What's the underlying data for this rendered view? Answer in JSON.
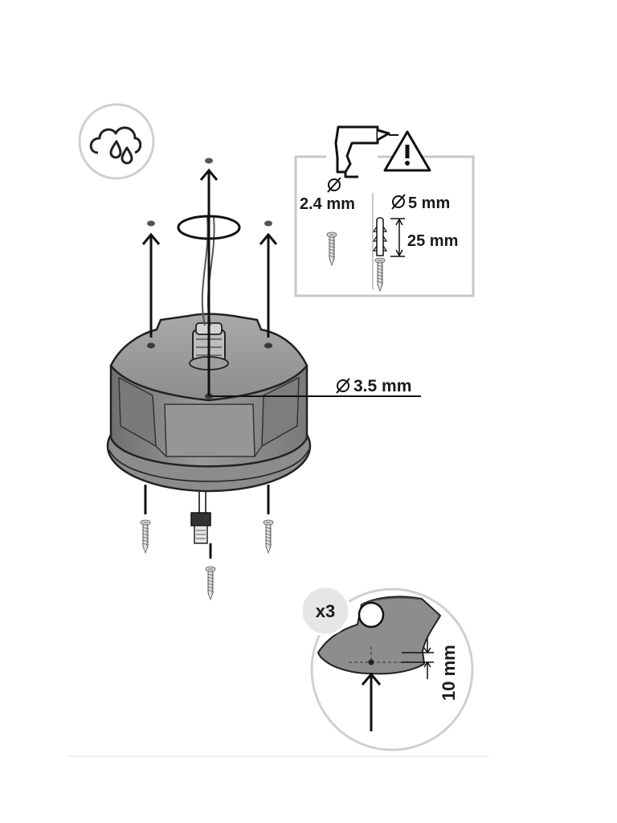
{
  "labels": {
    "pilot_hole_diameter": "2.4 mm",
    "anchor_hole_diameter": "5 mm",
    "anchor_depth": "25 mm",
    "center_hole_diameter": "3.5 mm",
    "quantity": "x3",
    "edge_distance": "10 mm"
  },
  "icons": [
    "weather-cloud-rain-icon",
    "drill-icon",
    "warning-triangle-icon",
    "diameter-symbol"
  ],
  "colors": {
    "line": "#1a1a1a",
    "housing": "#8a8a8a",
    "panel_border": "#c8c8c8",
    "badge_bg": "#e6e6e6"
  }
}
